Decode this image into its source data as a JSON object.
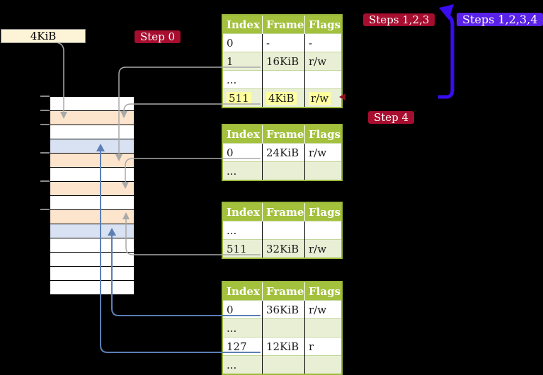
{
  "page_size_label": "4KiB",
  "badges": {
    "step0": {
      "label": "Step 0"
    },
    "steps123": {
      "label": "Steps 1,2,3"
    },
    "steps1234": {
      "label": "Steps 1,2,3,4"
    },
    "step4": {
      "label": "Step 4"
    }
  },
  "memory": {
    "row_count": 14,
    "row_size": "4KiB",
    "rows": [
      "free",
      "page-table",
      "free",
      "mapped",
      "page-table",
      "free",
      "page-table",
      "free",
      "page-table",
      "mapped",
      "free",
      "free",
      "free",
      "free"
    ]
  },
  "tables": [
    {
      "name": "page-table-root",
      "headers": [
        "Index",
        "Frame",
        "Flags"
      ],
      "rows": [
        {
          "cells": [
            "0",
            "-",
            "-"
          ],
          "highlight": false
        },
        {
          "cells": [
            "1",
            "16KiB",
            "r/w"
          ],
          "highlight": false
        },
        {
          "cells": [
            "...",
            "",
            ""
          ],
          "highlight": false
        },
        {
          "cells": [
            "511",
            "4KiB",
            "r/w"
          ],
          "highlight": true
        }
      ]
    },
    {
      "name": "page-table-level-2",
      "headers": [
        "Index",
        "Frame",
        "Flags"
      ],
      "rows": [
        {
          "cells": [
            "0",
            "24KiB",
            "r/w"
          ],
          "highlight": false
        },
        {
          "cells": [
            "...",
            "",
            ""
          ],
          "highlight": false
        }
      ]
    },
    {
      "name": "page-table-level-1",
      "headers": [
        "Index",
        "Frame",
        "Flags"
      ],
      "rows": [
        {
          "cells": [
            "...",
            "",
            ""
          ],
          "highlight": false
        },
        {
          "cells": [
            "511",
            "32KiB",
            "r/w"
          ],
          "highlight": false
        }
      ]
    },
    {
      "name": "page-table-level-0",
      "headers": [
        "Index",
        "Frame",
        "Flags"
      ],
      "rows": [
        {
          "cells": [
            "0",
            "36KiB",
            "r/w"
          ],
          "highlight": false
        },
        {
          "cells": [
            "...",
            "",
            ""
          ],
          "highlight": false
        },
        {
          "cells": [
            "127",
            "12KiB",
            "r"
          ],
          "highlight": false
        },
        {
          "cells": [
            "...",
            "",
            ""
          ],
          "highlight": false
        }
      ]
    }
  ],
  "colors": {
    "background": "#000000",
    "header_green": "#a3c13d",
    "row_green": "#e9efd5",
    "table_border": "#9bb83b",
    "highlight_yellow": "#ffff9e",
    "badge_red": "#a60d2e",
    "badge_violet": "#5a22e8",
    "arrow_blue": "#3a0cf2",
    "connector_gray": "#a9a9a9",
    "connector_steelblue": "#5b7fb5",
    "mem_page_table": "#fce4cd",
    "mem_mapped": "#d9e2f3",
    "mem_free": "#ffffff",
    "label_cream": "#fdf3d6"
  }
}
